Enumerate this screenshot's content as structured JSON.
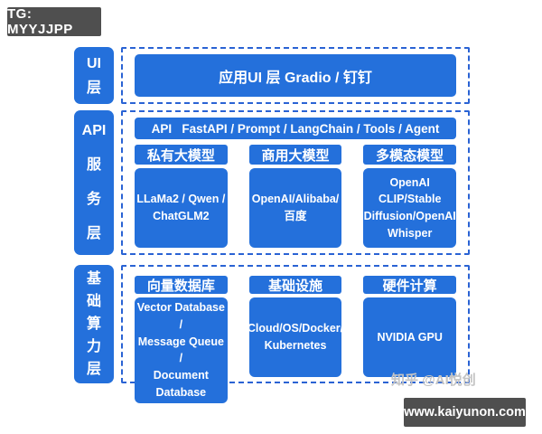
{
  "colors": {
    "primary_blue": "#2470DB",
    "dashed_blue": "#2A63D4",
    "badge_gray": "#4F4F4F",
    "watermark_gray": "#C4C4C4"
  },
  "top_badge": {
    "label": "TG: MYYJJPP"
  },
  "layers": {
    "ui": {
      "label": "UI\n层",
      "app_box": "应用UI 层 Gradio / 钉钉"
    },
    "api": {
      "label": "API\n服\n务\n层",
      "api_bar": "API   FastAPI / Prompt / LangChain / Tools / Agent",
      "columns": [
        {
          "header": "私有大模型",
          "body": "LLaMa2 / Qwen /\nChatGLM2"
        },
        {
          "header": "商用大模型",
          "body": "OpenAI/Alibaba/百度"
        },
        {
          "header": "多模态模型",
          "body": "OpenAI CLIP/Stable\nDiffusion/OpenAI\nWhisper"
        }
      ]
    },
    "base": {
      "label": "基\n础\n算\n力\n层",
      "columns": [
        {
          "header": "向量数据库",
          "body": "Vector Database /\nMessage Queue /\nDocument Database"
        },
        {
          "header": "基础设施",
          "body": "Cloud/OS/Docker/\nKubernetes"
        },
        {
          "header": "硬件计算",
          "body": "NVIDIA GPU"
        }
      ]
    }
  },
  "watermark": {
    "label": "知乎 @AI悦创"
  },
  "bottom_badge": {
    "label": "www.kaiyunon.com"
  }
}
